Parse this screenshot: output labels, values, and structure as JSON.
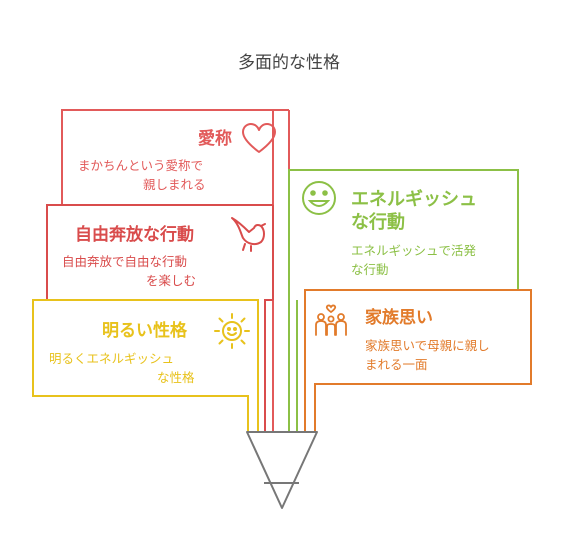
{
  "title": "多面的な性格",
  "colors": {
    "red": "#e25a5a",
    "red_dark": "#d94c4c",
    "green": "#8cc046",
    "orange": "#e27b2b",
    "yellow": "#e8c21c",
    "funnel": "#777777",
    "title": "#444444"
  },
  "cards": [
    {
      "key": "nickname",
      "heading": "愛称",
      "body": [
        "まかちんという愛称で",
        "親しまれる"
      ],
      "icon": "heart-icon",
      "color": "red"
    },
    {
      "key": "energetic",
      "heading": [
        "エネルギッシュ",
        "な行動"
      ],
      "body": [
        "エネルギッシュで活発",
        "な行動"
      ],
      "icon": "smiley-icon",
      "color": "green"
    },
    {
      "key": "freedom",
      "heading": "自由奔放な行動",
      "body": [
        "自由奔放で自由な行動",
        "を楽しむ"
      ],
      "icon": "bird-icon",
      "color": "red_dark"
    },
    {
      "key": "family",
      "heading": "家族思い",
      "body": [
        "家族思いで母親に親し",
        "まれる一面"
      ],
      "icon": "family-icon",
      "color": "orange"
    },
    {
      "key": "bright",
      "heading": "明るい性格",
      "body": [
        "明るくエネルギッシュ",
        "な性格"
      ],
      "icon": "sun-icon",
      "color": "yellow"
    }
  ]
}
